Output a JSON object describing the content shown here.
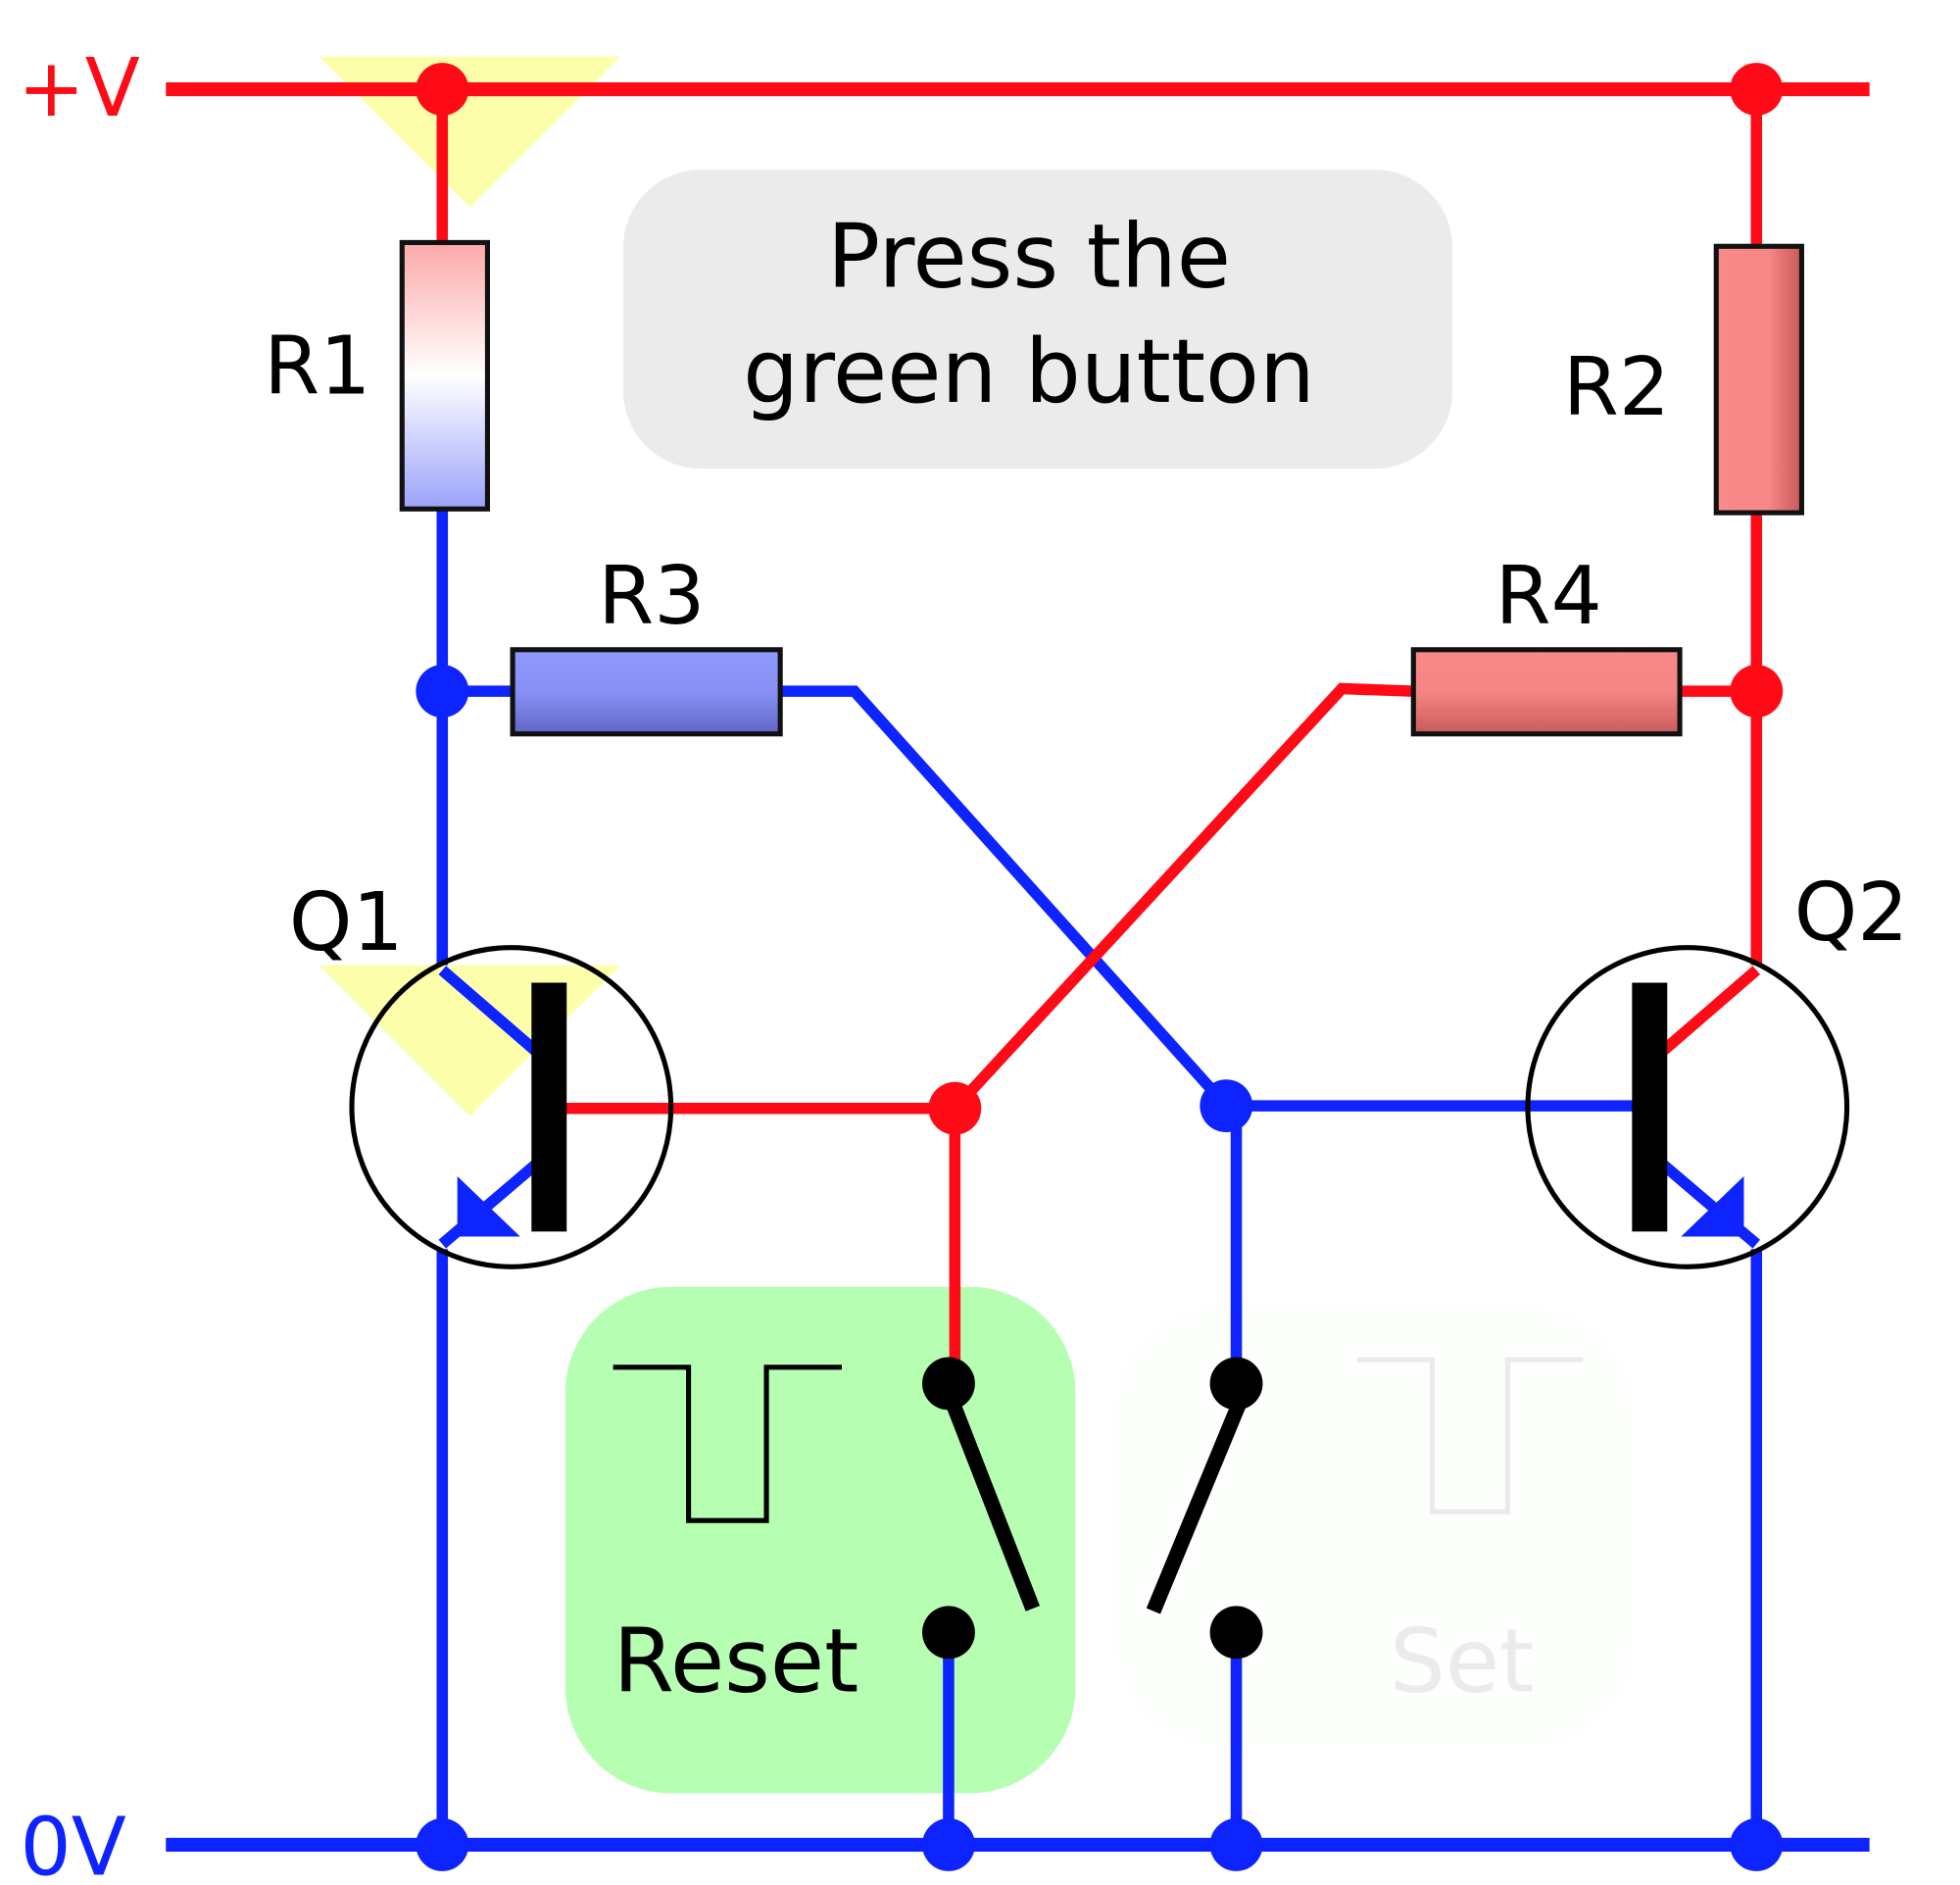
{
  "colors": {
    "positive": "#ff0b17",
    "ground": "#0d23ff",
    "wire_black": "#000000",
    "highlight_yellow": "#fcfeaa",
    "reset_button_bg": "#b6ffb2",
    "set_button_bg": "#fdfffc",
    "message_bg": "#ebebeb"
  },
  "rails": {
    "positive_label": "+V",
    "ground_label": "0V"
  },
  "message": {
    "line1": "Press the",
    "line2": "green button"
  },
  "resistors": {
    "r1": "R1",
    "r2": "R2",
    "r3": "R3",
    "r4": "R4"
  },
  "transistors": {
    "q1": "Q1",
    "q2": "Q2"
  },
  "buttons": {
    "reset": {
      "label": "Reset",
      "state": "active"
    },
    "set": {
      "label": "Set",
      "state": "inactive"
    }
  },
  "icons": {
    "pulse": "low-pulse-waveform-icon",
    "switch": "push-switch-icon",
    "transistor": "npn-transistor-icon"
  }
}
